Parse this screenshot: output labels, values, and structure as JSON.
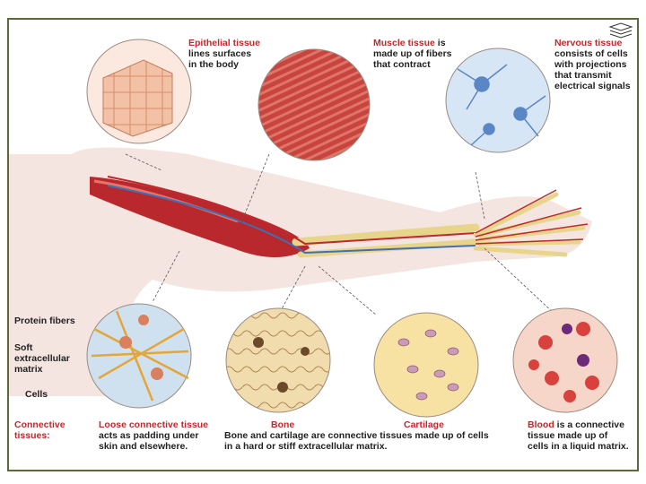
{
  "labels": {
    "epithelial": {
      "title": "Epithelial tissue",
      "desc1": "lines surfaces",
      "desc2": "in the body"
    },
    "muscle": {
      "title": "Muscle tissue",
      "suffix": " is",
      "desc1": "made up of fibers",
      "desc2": "that contract"
    },
    "nervous": {
      "title": "Nervous tissue",
      "desc1": "consists of cells",
      "desc2": "with projections",
      "desc3": "that transmit",
      "desc4": "electrical signals"
    },
    "protein_fibers": "Protein fibers",
    "soft_matrix1": "Soft",
    "soft_matrix2": "extracellular",
    "soft_matrix3": "matrix",
    "cells": "Cells",
    "connective1": "Connective",
    "connective2": "tissues:",
    "loose": {
      "title": "Loose connective tissue",
      "desc1": "acts as padding under",
      "desc2": "skin and elsewhere."
    },
    "bone": {
      "title": "Bone",
      "desc1": "Bone and cartilage are connective tissues made up of cells",
      "desc2": "in a hard or stiff extracellular matrix."
    },
    "cartilage": {
      "title": "Cartilage"
    },
    "blood": {
      "title": "Blood",
      "suffix": " is a connective",
      "desc1": "tissue made up of",
      "desc2": "cells in a liquid matrix."
    }
  },
  "colors": {
    "accent_red": "#c0282d",
    "frame": "#5a6b3a",
    "skin": "#f4d9cf",
    "muscle": "#b8282c",
    "bone": "#efe3b0",
    "nerve_bg": "#d6e6f5",
    "cartilage_bg": "#f7e2a3",
    "blood_bg": "#f6d6c9"
  },
  "icons": {
    "corner": "stacked-books-icon"
  }
}
